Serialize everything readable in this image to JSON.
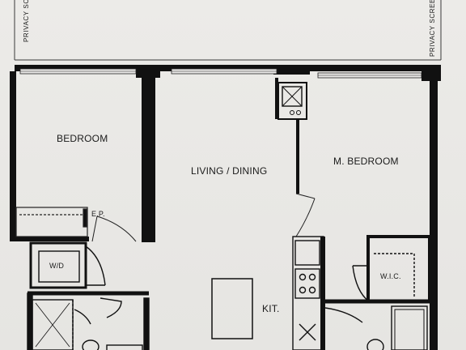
{
  "rooms": {
    "bedroom": "BEDROOM",
    "living_dining": "LIVING / DINING",
    "master_bedroom": "M. BEDROOM",
    "kitchen": "KIT.",
    "washer_dryer": "W/D",
    "walk_in_closet": "W.I.C.",
    "electrical_panel": "E.P."
  },
  "balcony": {
    "left_label": "PRIVACY SCREEN",
    "right_label": "PRIVACY SCREEN"
  }
}
